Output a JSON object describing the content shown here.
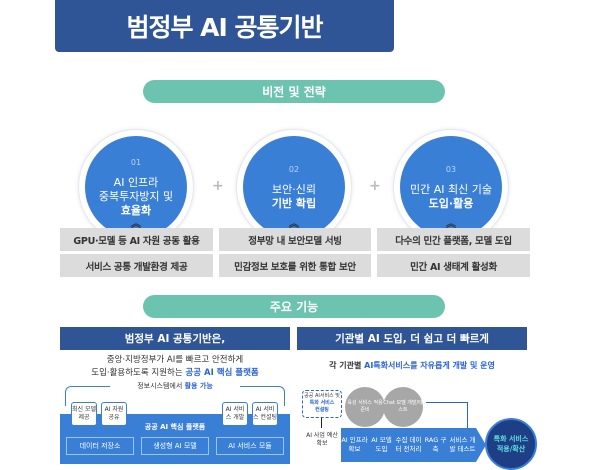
{
  "title": "범정부 AI 공통기반",
  "vision": {
    "heading": "비전 및 전략",
    "pillars": [
      {
        "num": "01",
        "line1": "AI 인프라",
        "line2": "중복투자방지 및",
        "bold": "효율화",
        "items": [
          "GPU·모델 등 AI 자원 공동 활용",
          "서비스 공통 개발환경 제공"
        ]
      },
      {
        "num": "02",
        "line1": "보안·신뢰",
        "line2": "",
        "bold": "기반 확립",
        "items": [
          "정부망 내 보안모델 서빙",
          "민감정보 보호를 위한 통합 보안"
        ]
      },
      {
        "num": "03",
        "line1": "민간 AI 최신 기술",
        "line2": "",
        "bold": "도입·활용",
        "items": [
          "다수의 민간 플랫폼, 모델 도입",
          "민간 AI 생태계 활성화"
        ]
      }
    ]
  },
  "features": {
    "heading": "주요 기능",
    "left": {
      "title": "범정부 AI 공통기반은,",
      "desc1": "중앙·지방정부가 AI를 빠르고 안전하게",
      "desc2a": "도입·활용하도록 지원하는",
      "desc2b": "공공 AI 핵심 플랫폼",
      "usable_a": "정보시스템에서",
      "usable_b": "활용 가능",
      "tags": [
        "최신 모델 제공",
        "AI 자원 공유",
        "AI 서비스 개발",
        "AI 서비스 컨설팅"
      ],
      "platform": "공공 AI 핵심 플랫폼",
      "modules": [
        "데이터 저장소",
        "생성형 AI 모델",
        "AI 서비스 모듈"
      ]
    },
    "right": {
      "title": "기관별 AI 도입, 더 쉽고 더 빠르게",
      "desc_a": "각 기관별",
      "desc_b": "AI특화서비스를",
      "desc_c": "자유롭게 개발 및 운영",
      "consult_a": "공공 AI서비스 및",
      "consult_b": "특화 서비스",
      "consult_c": "컨설팅",
      "budget": "AI 사업 예산 확보",
      "grey1": "육성 서비스 적용 준비",
      "grey2": "Chat 모델 개발/테스트",
      "steps": [
        "AI 인프라 확보",
        "AI 모델 도입",
        "수집 데이터 전처리",
        "RAG 구축",
        "서비스 개발 테스트"
      ],
      "result_a": "특화 서비스",
      "result_b": "적용/확산"
    }
  },
  "colors": {
    "primary": "#2f5597",
    "accent": "#3a7fd6",
    "teal": "#6cc4b0",
    "grey": "#dcdcdc"
  }
}
